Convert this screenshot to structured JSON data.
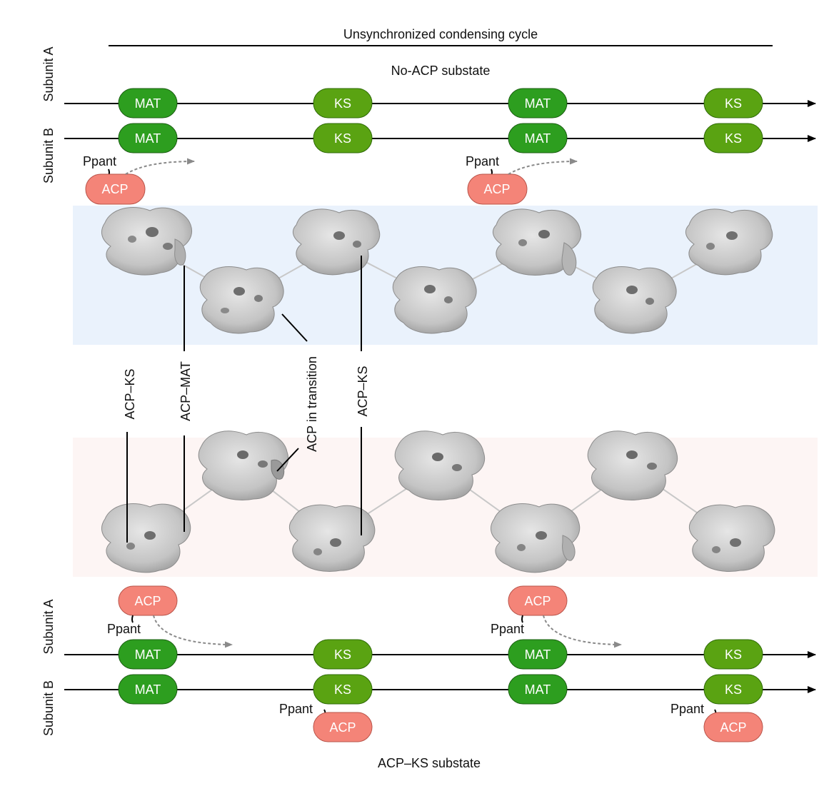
{
  "title": "Unsynchronized condensing cycle",
  "top_substate_label": "No-ACP substate",
  "bottom_substate_label": "ACP–KS substate",
  "subunit_labels": {
    "a": "Subunit A",
    "b": "Subunit B"
  },
  "domain_names": {
    "mat": "MAT",
    "ks": "KS",
    "acp": "ACP",
    "ppant": "Ppant"
  },
  "top_row_domains": [
    "MAT",
    "KS",
    "MAT",
    "KS"
  ],
  "bottom_row_domains": [
    "MAT",
    "KS",
    "MAT",
    "KS"
  ],
  "callouts": [
    "ACP–KS",
    "ACP–MAT",
    "ACP in transition",
    "ACP–KS"
  ],
  "colors": {
    "domain_green": "#2d9e1f",
    "ks_green": "#5aa312",
    "acp_salmon": "#f48478",
    "top_band": "#eaf2fc",
    "bottom_band": "#fdf5f4",
    "density_gray": "#c9c9c9"
  }
}
